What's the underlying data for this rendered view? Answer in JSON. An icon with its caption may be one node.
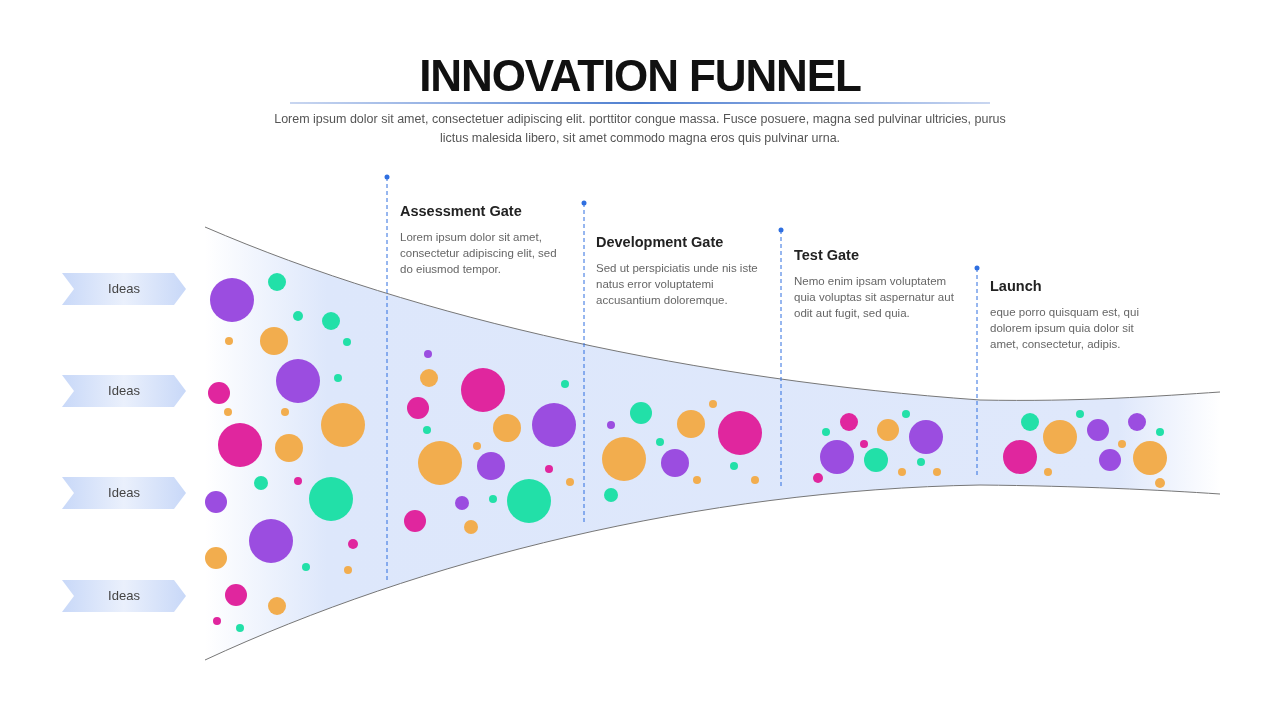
{
  "diagram": {
    "title": "INNOVATION FUNNEL",
    "caption": "Lorem ipsum dolor sit amet, consectetuer adipiscing elit. porttitor congue massa. Fusce posuere, magna sed pulvinar ultricies, purus lictus malesida libero, sit amet commodo magna eros quis pulvinar urna.",
    "nodes": [
      {
        "text": [
          "Ideas"
        ]
      },
      {
        "text": [
          "Ideas"
        ]
      },
      {
        "text": [
          "Ideas"
        ]
      },
      {
        "text": [
          "Ideas"
        ]
      },
      {
        "text": [
          "Assessment Gate",
          "Lorem ipsum dolor sit amet, consectetur adipiscing elit, sed do eiusmod tempor."
        ]
      },
      {
        "text": [
          "Development Gate",
          "Sed ut perspiciatis unde nis iste natus error voluptatemi accusantium doloremque."
        ]
      },
      {
        "text": [
          "Test Gate",
          "Nemo enim ipsam voluptatem quia voluptas sit aspernatur aut odit aut fugit, sed quia."
        ]
      },
      {
        "text": [
          "Launch",
          "eque porro quisquam est, qui dolorem ipsum quia dolor sit amet, consectetur, adipis."
        ]
      }
    ],
    "edges": []
  }
}
